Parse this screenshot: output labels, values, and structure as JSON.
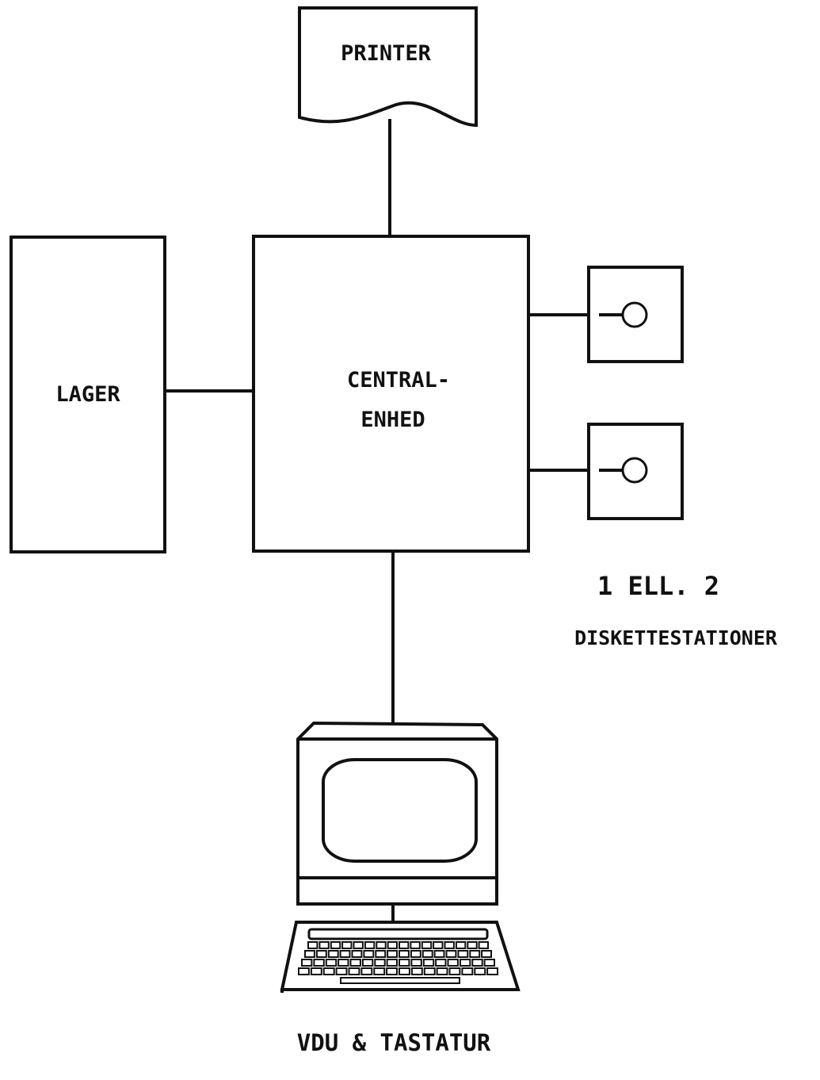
{
  "printer": {
    "label": "PRINTER"
  },
  "storage": {
    "label": "LAGER"
  },
  "cpu": {
    "line1": "CENTRAL-",
    "line2": "ENHED"
  },
  "disk_note": {
    "line1": "1 ELL. 2",
    "line2": "DISKETTESTATIONER"
  },
  "terminal": {
    "label": "VDU & TASTATUR"
  }
}
